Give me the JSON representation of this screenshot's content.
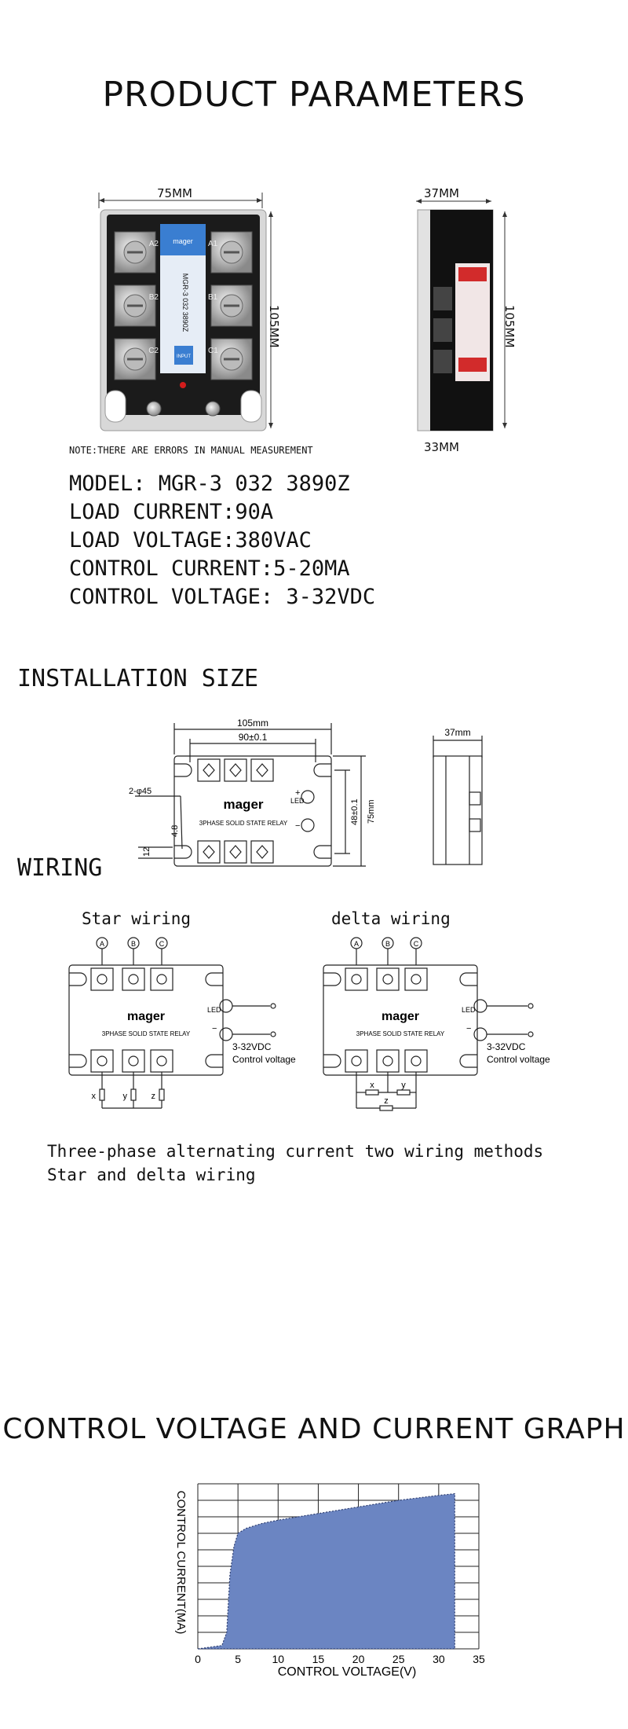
{
  "header": {
    "title": "PRODUCT PARAMETERS"
  },
  "front_view": {
    "width_label": "75MM",
    "height_label": "105MM",
    "terminals_left": [
      "A2",
      "B2",
      "C2"
    ],
    "terminals_right": [
      "A1",
      "B1",
      "C1"
    ],
    "model_text": "MGR-3 032 3890Z",
    "input_text": "INPUT"
  },
  "side_view": {
    "width_label": "37MM",
    "height_label": "105MM",
    "bottom_label": "33MM"
  },
  "note": "NOTE:THERE ARE ERRORS IN MANUAL MEASUREMENT",
  "specs": {
    "model": "MODEL: MGR-3 032 3890Z",
    "load_current": "LOAD CURRENT:90A",
    "load_voltage": "LOAD VOLTAGE:380VAC",
    "control_current": "CONTROL CURRENT:5-20MA",
    "control_voltage": "CONTROL VOLTAGE: 3-32VDC"
  },
  "installation": {
    "heading": "INSTALLATION SIZE",
    "dim_105": "105mm",
    "dim_90": "90±0.1",
    "dim_hole": "2-φ45",
    "dim_48": "48±0.1",
    "dim_75": "75mm",
    "dim_4_8": "4.8",
    "dim_12": "12",
    "dim_37": "37mm",
    "brand": "mager",
    "relay_type": "3PHASE SOLID STATE RELAY",
    "led": "LED",
    "plus": "+",
    "minus": "−"
  },
  "wiring": {
    "heading": "WIRING",
    "star_title": "Star wiring",
    "delta_title": "delta wiring",
    "phases": [
      "A",
      "B",
      "C"
    ],
    "loads": [
      "x",
      "y",
      "z"
    ],
    "voltage_label": "3-32VDC",
    "control_label": "Control voltage",
    "description_1": "Three-phase alternating current two wiring methods",
    "description_2": "Star and delta wiring"
  },
  "graph": {
    "heading": "CONTROL VOLTAGE AND CURRENT GRAPH",
    "chart_data": {
      "type": "area",
      "xlabel": "CONTROL VOLTAGE(V)",
      "ylabel": "CONTROL CURRENT(MA)",
      "xlim": [
        0,
        35
      ],
      "x_ticks": [
        0,
        5,
        10,
        15,
        20,
        25,
        30,
        35
      ],
      "grid": true,
      "color": "#6b85c2",
      "x": [
        0,
        3,
        3.6,
        4,
        4.5,
        5,
        6,
        8,
        10,
        15,
        20,
        25,
        30,
        32
      ],
      "y": [
        0,
        0.02,
        0.1,
        0.45,
        0.62,
        0.7,
        0.73,
        0.76,
        0.78,
        0.82,
        0.86,
        0.9,
        0.93,
        0.94
      ]
    }
  }
}
